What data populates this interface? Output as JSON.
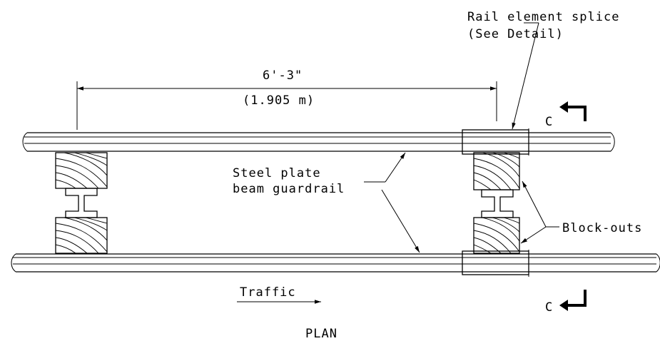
{
  "labels": {
    "splice_line1": "Rail element splice",
    "splice_line2": "(See Detail)",
    "dimension_imperial": "6'-3\"",
    "dimension_metric": "(1.905 m)",
    "section_top": "C",
    "section_bottom": "C",
    "guardrail_line1": "Steel plate",
    "guardrail_line2": "beam guardrail",
    "blockouts": "Block-outs",
    "traffic": "Traffic",
    "view_title": "PLAN"
  }
}
